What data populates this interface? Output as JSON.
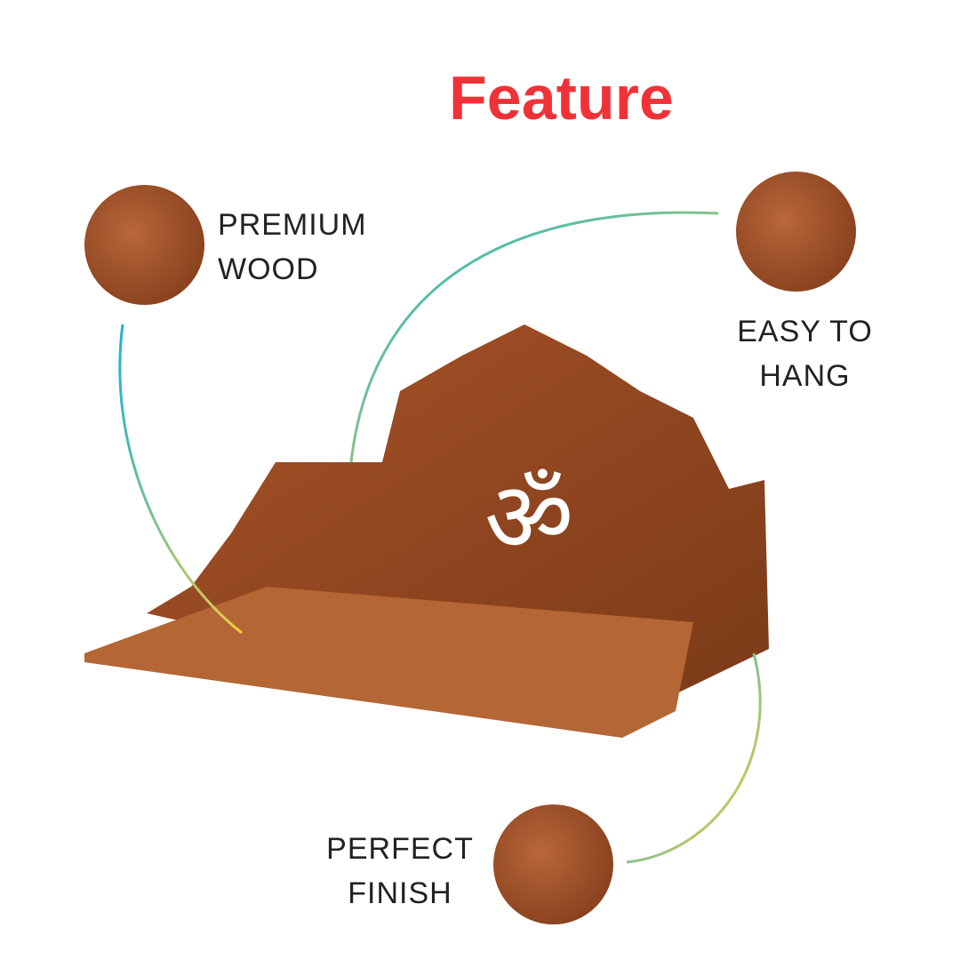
{
  "title": "Feature",
  "features": [
    {
      "line1": "PREMIUM",
      "line2": "WOOD"
    },
    {
      "line1": "EASY TO",
      "line2": "HANG"
    },
    {
      "line1": "PERFECT",
      "line2": "FINISH"
    }
  ],
  "colors": {
    "title": "#f03238",
    "wood": "#9a4a22",
    "arrow_start": "#1cb5d0",
    "arrow_end": "#f0d040"
  }
}
